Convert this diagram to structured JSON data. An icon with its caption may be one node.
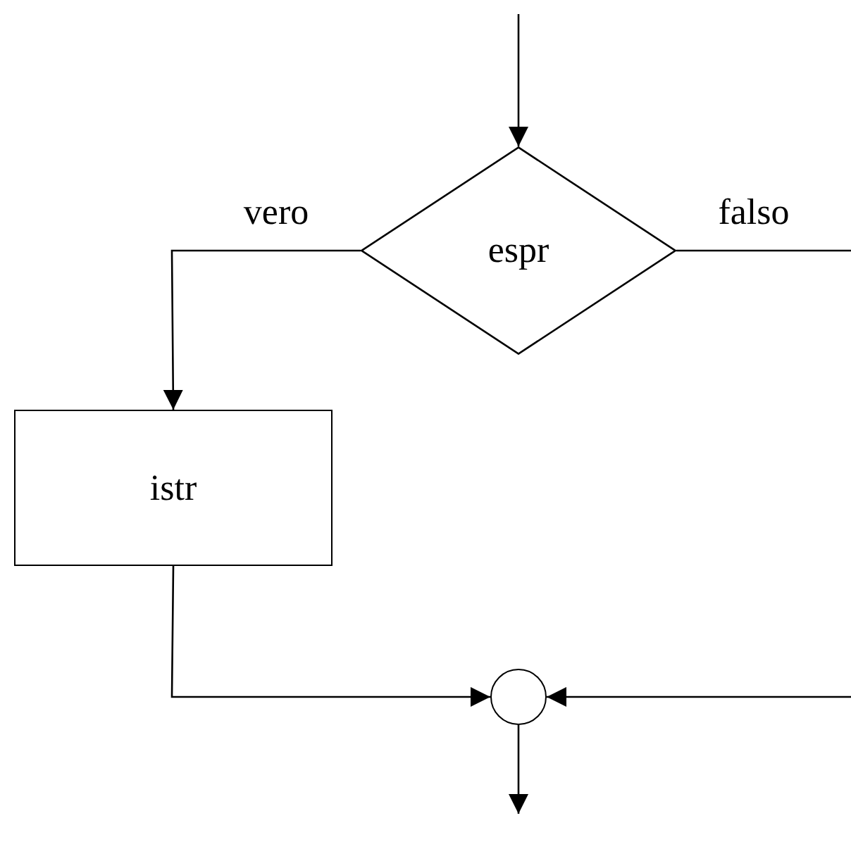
{
  "diagram": {
    "nodes": [
      {
        "text": [
          "espr"
        ]
      },
      {
        "text": [
          "istr"
        ]
      },
      {
        "text": [],
        "shape": "circle"
      }
    ],
    "edges": [
      {
        "from": null,
        "to": 0,
        "arrow": "to"
      },
      {
        "from": 0,
        "to": 1,
        "label": "vero",
        "arrow": "to"
      },
      {
        "from": 0,
        "to": null,
        "label": "falso",
        "arrow": "none"
      },
      {
        "from": 1,
        "to": 2,
        "arrow": "to"
      },
      {
        "from": null,
        "to": 2,
        "arrow": "to"
      },
      {
        "from": 2,
        "to": null,
        "arrow": "to"
      }
    ]
  }
}
